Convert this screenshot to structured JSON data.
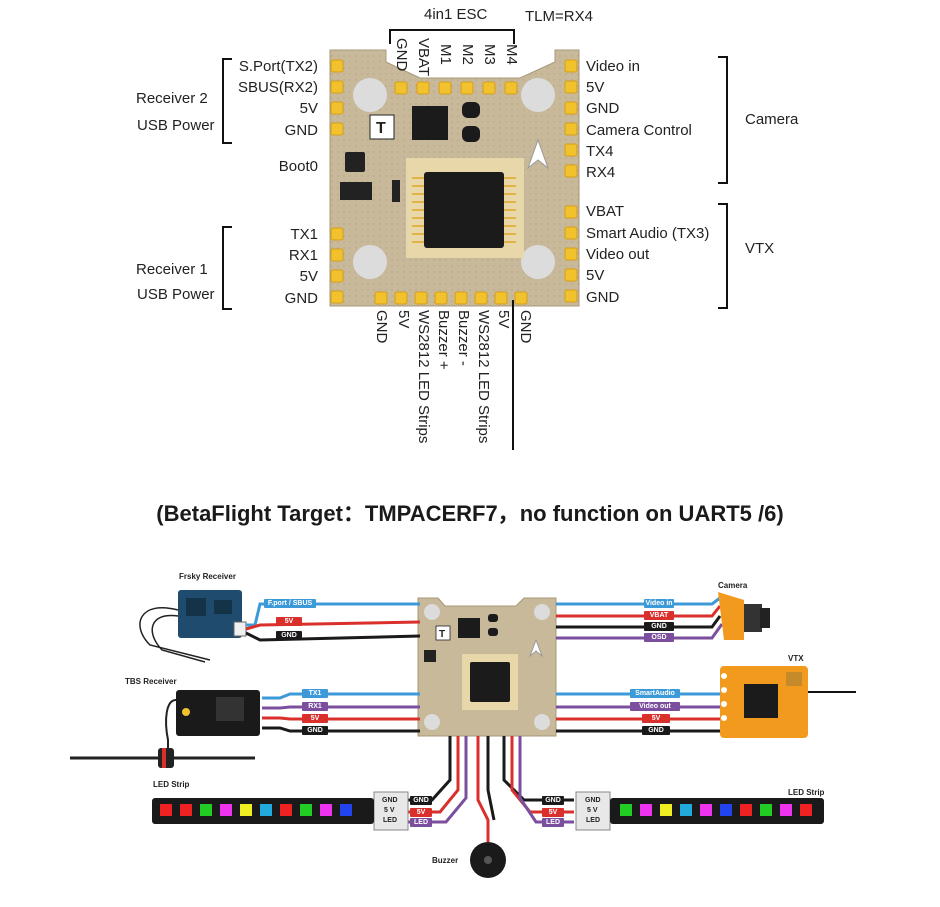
{
  "top_board": {
    "esc_label": "4in1 ESC",
    "tlm_label": "TLM=RX4",
    "esc_pins": [
      "GND",
      "VBAT",
      "M1",
      "M2",
      "M3",
      "M4"
    ],
    "left_upper_pins": [
      "S.Port(TX2)",
      "SBUS(RX2)",
      "5V",
      "GND"
    ],
    "receiver2": [
      "Receiver 2",
      "USB Power"
    ],
    "boot_label": "Boot0",
    "left_lower_pins": [
      "TX1",
      "RX1",
      "5V",
      "GND"
    ],
    "receiver1": [
      "Receiver 1",
      "USB Power"
    ],
    "right_upper_pins": [
      "Video in",
      "5V",
      "GND",
      "Camera Control",
      "TX4",
      "RX4"
    ],
    "camera_label": "Camera",
    "right_lower_pins": [
      "VBAT",
      "Smart Audio (TX3)",
      "Video out",
      "5V",
      "GND"
    ],
    "vtx_label": "VTX",
    "bottom_pins": [
      "GND",
      "5V",
      "WS2812 LED Strips",
      "Buzzer +",
      "Buzzer -",
      "WS2812 LED Strips",
      "5V",
      "GND"
    ]
  },
  "title": "(BetaFlight Target：TMPACERF7，no function on UART5 /6)",
  "wiring": {
    "frsky_receiver": "Frsky Receiver",
    "tbs_receiver": "TBS Receiver",
    "camera": "Camera",
    "vtx": "VTX",
    "buzzer": "Buzzer",
    "led_strip_left": "LED Strip",
    "led_strip_right": "LED Strip",
    "frsky_wires": [
      "F.port / SBUS",
      "5V",
      "GND"
    ],
    "tbs_wires": [
      "TX1",
      "RX1",
      "5V",
      "GND"
    ],
    "camera_wires": [
      "Video in",
      "VBAT",
      "GND",
      "OSD"
    ],
    "vtx_wires": [
      "SmartAudio",
      "Video out",
      "5V",
      "GND"
    ],
    "led_wires": [
      "GND",
      "5V",
      "LED"
    ],
    "connector_pins": [
      "GND",
      "5 V",
      "LED"
    ],
    "colors": {
      "blue": "#3d9ad9",
      "red": "#d9302c",
      "black": "#1a1a1a",
      "purple": "#7b4f9e",
      "board": "#c7b79a",
      "pad": "#f2c12e"
    }
  }
}
